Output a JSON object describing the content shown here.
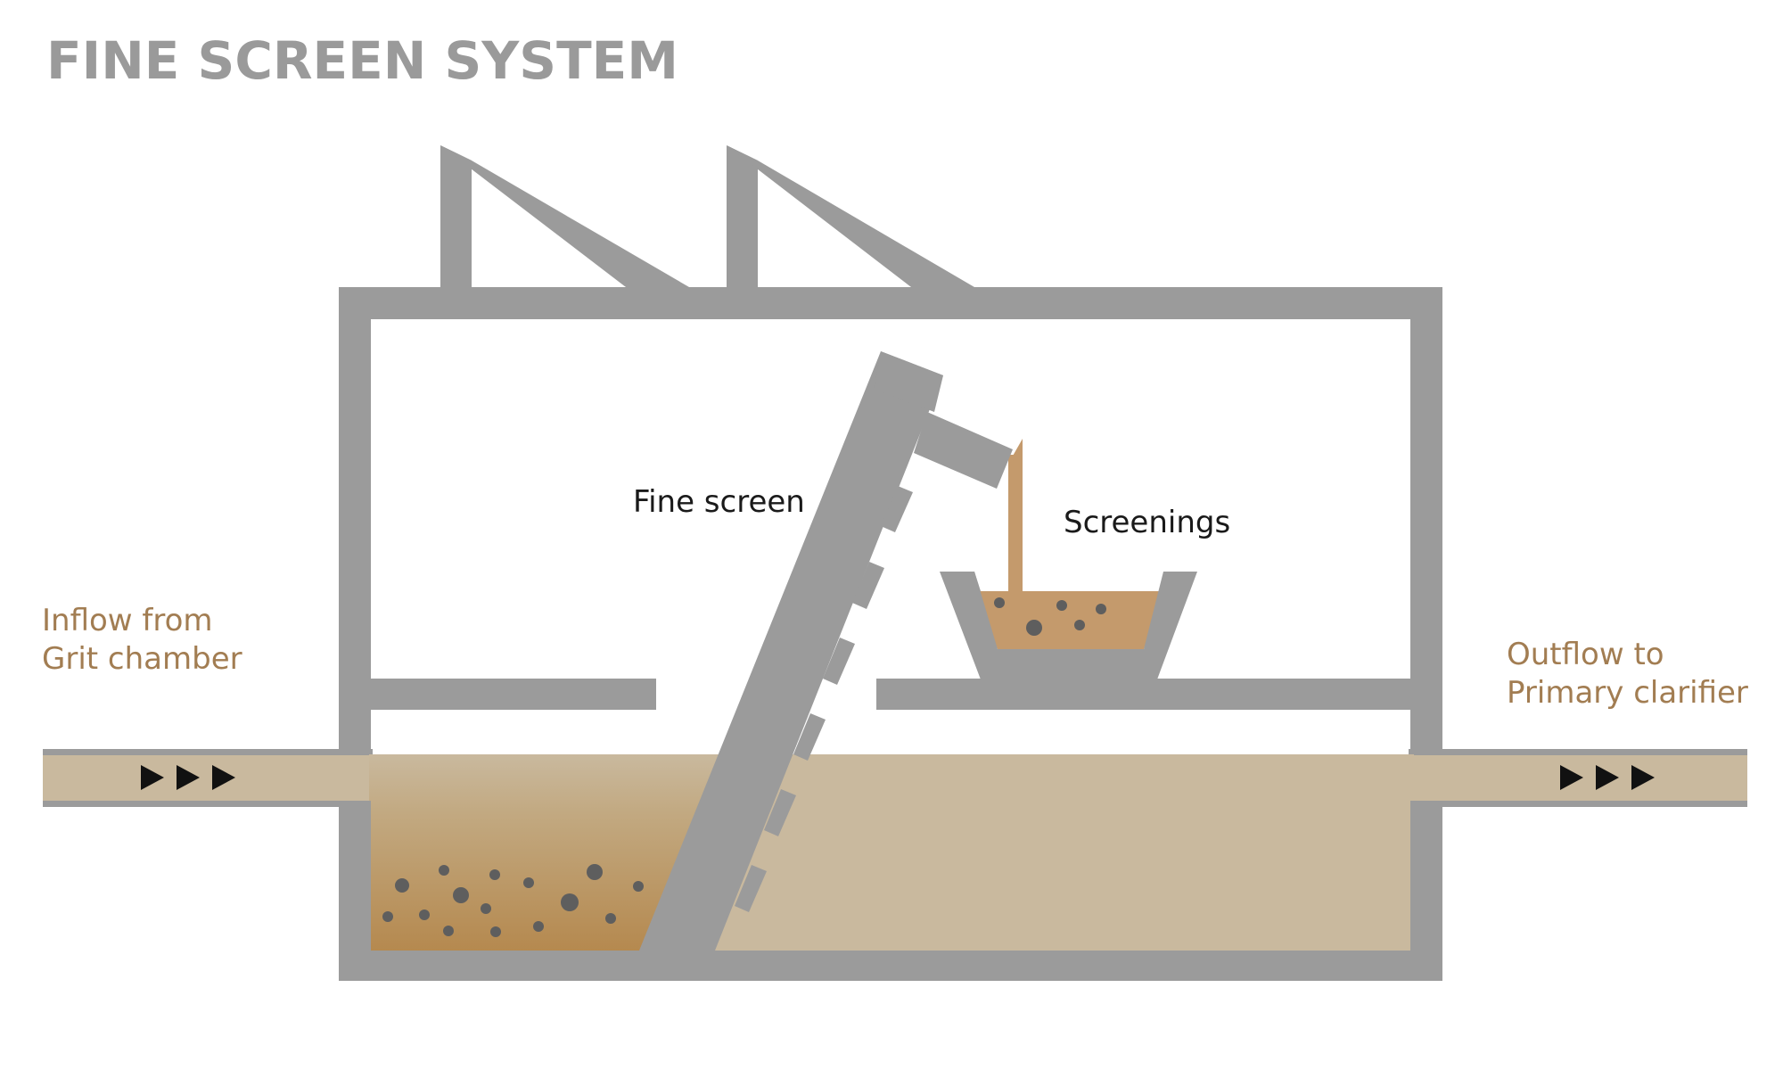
{
  "title": "FINE SCREEN SYSTEM",
  "labels": {
    "fine_screen": "Fine screen",
    "screenings": "Screenings",
    "inflow_line1": "Inflow from",
    "inflow_line2": "Grit chamber",
    "outflow_line1": "Outflow to",
    "outflow_line2": "Primary clarifier"
  },
  "flow_direction_icons": [
    "play-arrow-icon",
    "play-arrow-icon",
    "play-arrow-icon"
  ],
  "colors": {
    "structure": "#9b9b9b",
    "water": "#c9b99e",
    "sediment": "#b58d57",
    "screenings": "#c49a6c",
    "particles": "#606060",
    "label_dark": "#1a1a1a",
    "label_accent": "#a27d52",
    "title": "#9a9a9a"
  }
}
